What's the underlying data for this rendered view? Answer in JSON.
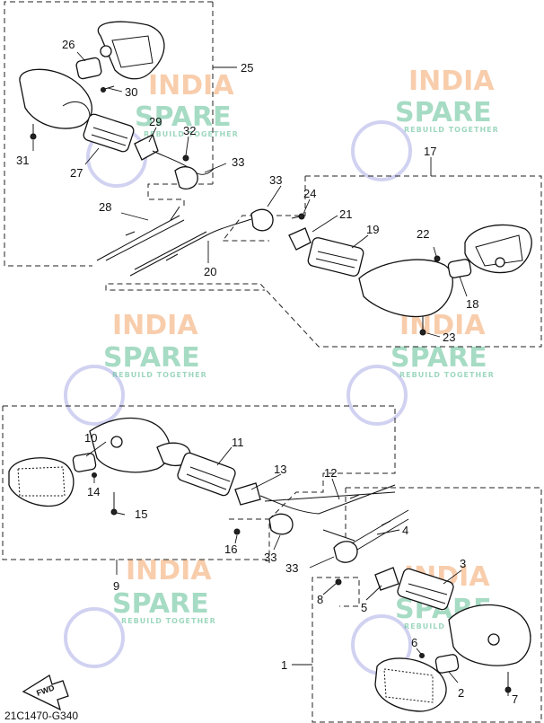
{
  "watermark": {
    "line1": "INDIA",
    "line2": "SPARE",
    "tagline": "REBUILD TOGETHER"
  },
  "callouts": {
    "c1": "1",
    "c2": "2",
    "c3": "3",
    "c4": "4",
    "c5": "5",
    "c6": "6",
    "c7": "7",
    "c8": "8",
    "c9": "9",
    "c10": "10",
    "c11": "11",
    "c12": "12",
    "c13": "13",
    "c14": "14",
    "c15": "15",
    "c16": "16",
    "c17": "17",
    "c18": "18",
    "c19": "19",
    "c20": "20",
    "c21": "21",
    "c22": "22",
    "c23": "23",
    "c24": "24",
    "c25": "25",
    "c26": "26",
    "c27": "27",
    "c28": "28",
    "c29": "29",
    "c30": "30",
    "c31": "31",
    "c32": "32",
    "c33": "33"
  },
  "fwd_label": "FWD",
  "diagram_code": "21C1470-G340"
}
